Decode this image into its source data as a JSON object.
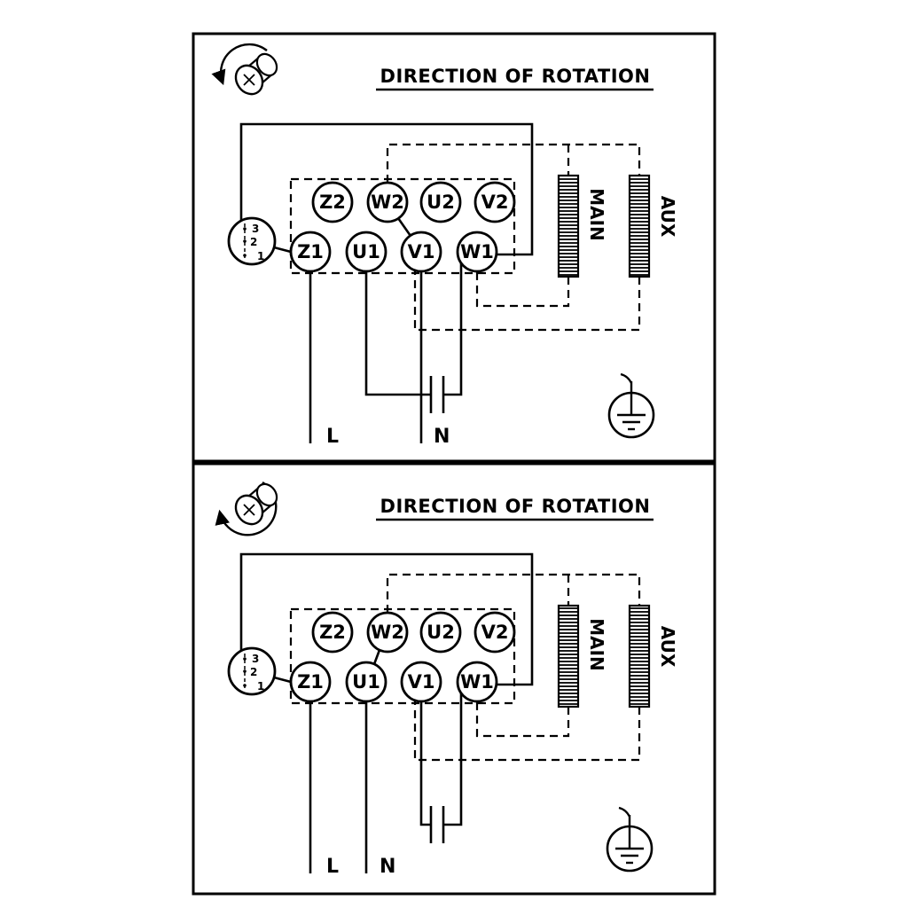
{
  "colors": {
    "ink": "#000000",
    "background": "#ffffff"
  },
  "panels": [
    {
      "title": "DIRECTION OF ROTATION",
      "terminals": {
        "top": [
          "Z2",
          "W2",
          "U2",
          "V2"
        ],
        "bottom": [
          "Z1",
          "U1",
          "V1",
          "W1"
        ]
      },
      "windings": {
        "main": "MAIN",
        "aux": "AUX"
      },
      "switch": {
        "positions": [
          "3",
          "2",
          "1"
        ]
      },
      "power": {
        "line": "L",
        "neutral": "N"
      }
    },
    {
      "title": "DIRECTION OF ROTATION",
      "terminals": {
        "top": [
          "Z2",
          "W2",
          "U2",
          "V2"
        ],
        "bottom": [
          "Z1",
          "U1",
          "V1",
          "W1"
        ]
      },
      "windings": {
        "main": "MAIN",
        "aux": "AUX"
      },
      "switch": {
        "positions": [
          "3",
          "2",
          "1"
        ]
      },
      "power": {
        "line": "L",
        "neutral": "N"
      }
    }
  ]
}
